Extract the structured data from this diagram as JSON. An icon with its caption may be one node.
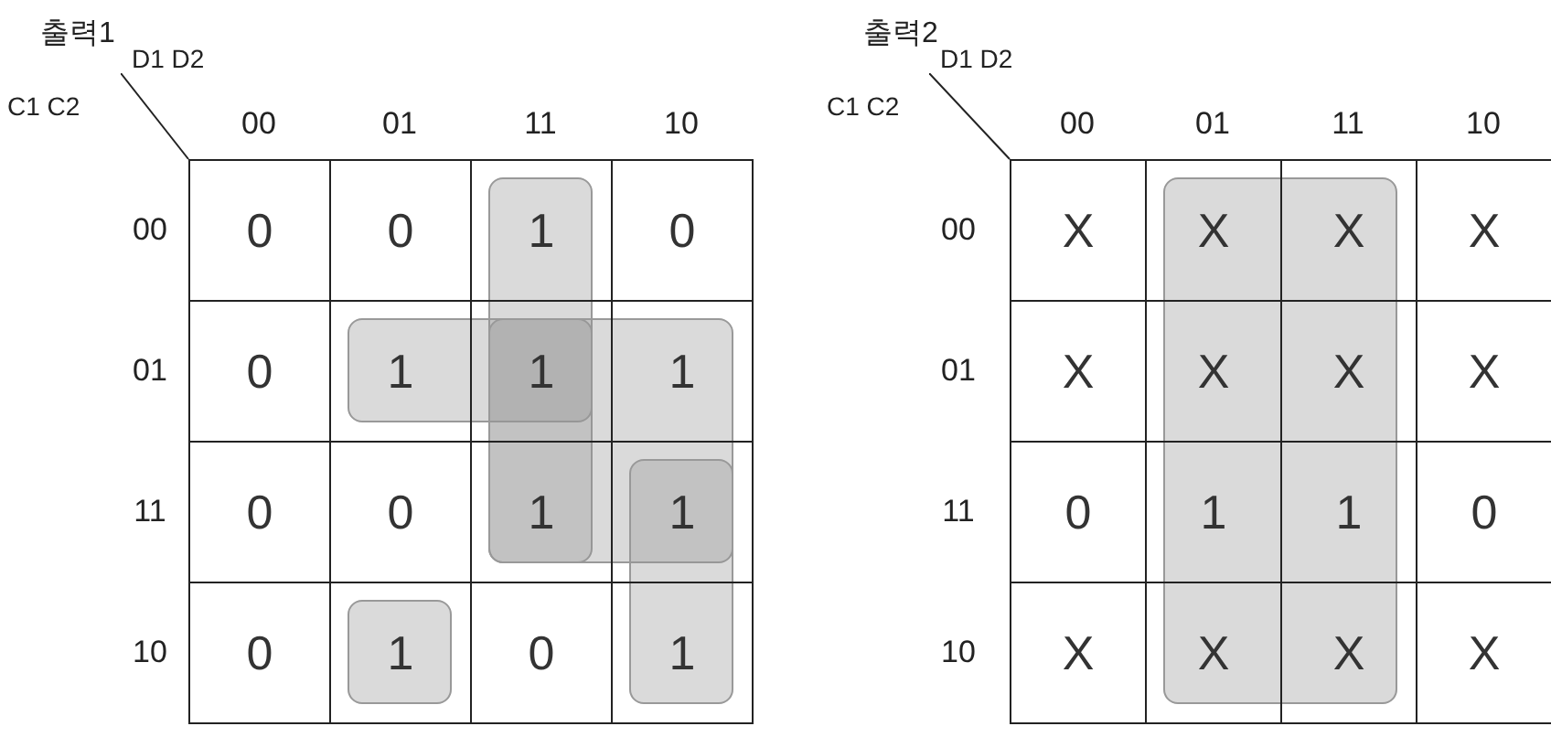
{
  "diagram": {
    "labels": [
      "출력1",
      "D1 D2",
      "C1 C2",
      "00",
      "01",
      "11",
      "10",
      "00",
      "0",
      "0",
      "1",
      "0",
      "01",
      "0",
      "1",
      "1",
      "1",
      "11",
      "0",
      "0",
      "1",
      "1",
      "10",
      "0",
      "1",
      "0",
      "1",
      "출력2",
      "D1 D2",
      "C1 C2",
      "00",
      "01",
      "11",
      "10",
      "00",
      "X",
      "X",
      "X",
      "X",
      "01",
      "X",
      "X",
      "X",
      "X",
      "11",
      "0",
      "1",
      "1",
      "0",
      "10",
      "X",
      "X",
      "X",
      "X"
    ]
  }
}
